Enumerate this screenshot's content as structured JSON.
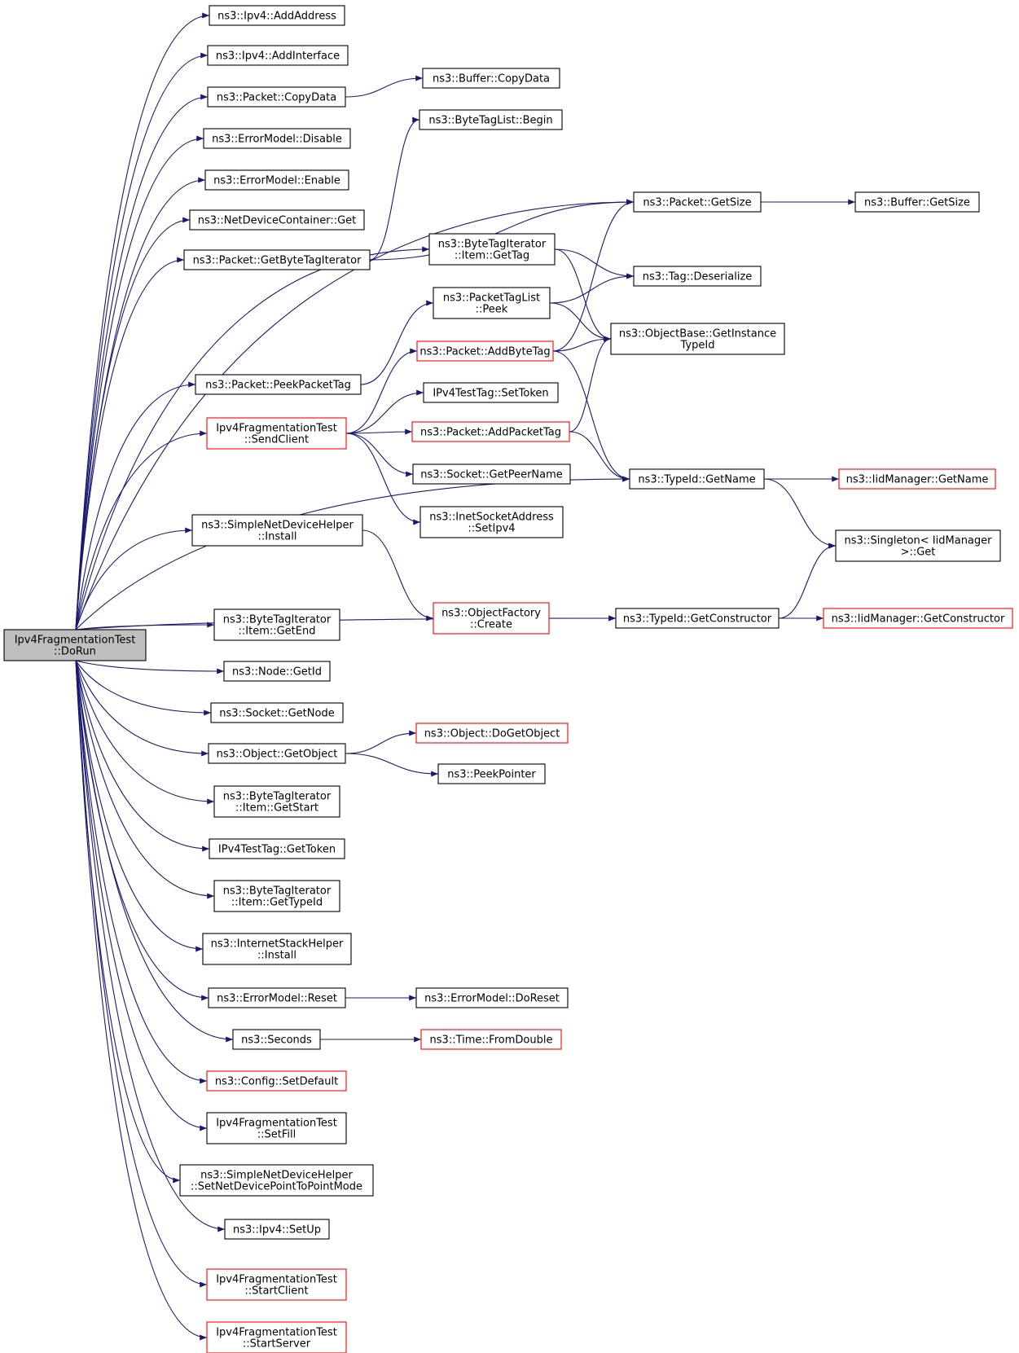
{
  "diagram": {
    "colors": {
      "edge": "#191970",
      "node_border_default": "#000000",
      "node_border_truncated": "#ff0000",
      "root_fill": "#bfbfbf",
      "node_fill": "#ffffff"
    },
    "nodes": [
      {
        "id": "root",
        "lines": [
          "Ipv4FragmentationTest",
          "::DoRun"
        ],
        "style": "root"
      },
      {
        "id": "ipv4_addaddress",
        "lines": [
          "ns3::Ipv4::AddAddress"
        ],
        "style": "normal"
      },
      {
        "id": "ipv4_addinterface",
        "lines": [
          "ns3::Ipv4::AddInterface"
        ],
        "style": "normal"
      },
      {
        "id": "packet_copydata",
        "lines": [
          "ns3::Packet::CopyData"
        ],
        "style": "normal"
      },
      {
        "id": "buffer_copydata",
        "lines": [
          "ns3::Buffer::CopyData"
        ],
        "style": "normal"
      },
      {
        "id": "errormodel_disable",
        "lines": [
          "ns3::ErrorModel::Disable"
        ],
        "style": "normal"
      },
      {
        "id": "bytetaglist_begin",
        "lines": [
          "ns3::ByteTagList::Begin"
        ],
        "style": "normal"
      },
      {
        "id": "errormodel_enable",
        "lines": [
          "ns3::ErrorModel::Enable"
        ],
        "style": "normal"
      },
      {
        "id": "packet_getsize",
        "lines": [
          "ns3::Packet::GetSize"
        ],
        "style": "normal"
      },
      {
        "id": "buffer_getsize",
        "lines": [
          "ns3::Buffer::GetSize"
        ],
        "style": "normal"
      },
      {
        "id": "netdevicecontainer_get",
        "lines": [
          "ns3::NetDeviceContainer::Get"
        ],
        "style": "normal"
      },
      {
        "id": "packet_getbytetagiterator",
        "lines": [
          "ns3::Packet::GetByteTagIterator"
        ],
        "style": "normal"
      },
      {
        "id": "bytetagiterator_gettag",
        "lines": [
          "ns3::ByteTagIterator",
          "::Item::GetTag"
        ],
        "style": "normal"
      },
      {
        "id": "tag_deserialize",
        "lines": [
          "ns3::Tag::Deserialize"
        ],
        "style": "normal"
      },
      {
        "id": "packettaglist_peek",
        "lines": [
          "ns3::PacketTagList",
          "::Peek"
        ],
        "style": "normal"
      },
      {
        "id": "objectbase_getinstancetypeid",
        "lines": [
          "ns3::ObjectBase::GetInstance",
          "TypeId"
        ],
        "style": "normal"
      },
      {
        "id": "packet_addbytetag",
        "lines": [
          "ns3::Packet::AddByteTag"
        ],
        "style": "truncated"
      },
      {
        "id": "packet_peekpackettag",
        "lines": [
          "ns3::Packet::PeekPacketTag"
        ],
        "style": "normal"
      },
      {
        "id": "ipv4testtag_settoken",
        "lines": [
          "IPv4TestTag::SetToken"
        ],
        "style": "normal"
      },
      {
        "id": "sendclient",
        "lines": [
          "Ipv4FragmentationTest",
          "::SendClient"
        ],
        "style": "truncated"
      },
      {
        "id": "packet_addpackettag",
        "lines": [
          "ns3::Packet::AddPacketTag"
        ],
        "style": "truncated"
      },
      {
        "id": "socket_getpeername",
        "lines": [
          "ns3::Socket::GetPeerName"
        ],
        "style": "normal"
      },
      {
        "id": "typeid_getname",
        "lines": [
          "ns3::TypeId::GetName"
        ],
        "style": "normal"
      },
      {
        "id": "iidmanager_getname",
        "lines": [
          "ns3::IidManager::GetName"
        ],
        "style": "truncated"
      },
      {
        "id": "inetsocketaddress_setipv4",
        "lines": [
          "ns3::InetSocketAddress",
          "::SetIpv4"
        ],
        "style": "normal"
      },
      {
        "id": "simplenetdevicehelper_install",
        "lines": [
          "ns3::SimpleNetDeviceHelper",
          "::Install"
        ],
        "style": "normal"
      },
      {
        "id": "singleton_get",
        "lines": [
          "ns3::Singleton< IidManager",
          "  >::Get"
        ],
        "style": "normal"
      },
      {
        "id": "objectfactory_create",
        "lines": [
          "ns3::ObjectFactory",
          "::Create"
        ],
        "style": "truncated"
      },
      {
        "id": "typeid_getconstructor",
        "lines": [
          "ns3::TypeId::GetConstructor"
        ],
        "style": "normal"
      },
      {
        "id": "iidmanager_getconstructor",
        "lines": [
          "ns3::IidManager::GetConstructor"
        ],
        "style": "truncated"
      },
      {
        "id": "bytetagiterator_getend",
        "lines": [
          "ns3::ByteTagIterator",
          "::Item::GetEnd"
        ],
        "style": "normal"
      },
      {
        "id": "node_getid",
        "lines": [
          "ns3::Node::GetId"
        ],
        "style": "normal"
      },
      {
        "id": "socket_getnode",
        "lines": [
          "ns3::Socket::GetNode"
        ],
        "style": "normal"
      },
      {
        "id": "object_dogetobject",
        "lines": [
          "ns3::Object::DoGetObject"
        ],
        "style": "truncated"
      },
      {
        "id": "object_getobject",
        "lines": [
          "ns3::Object::GetObject"
        ],
        "style": "normal"
      },
      {
        "id": "peekpointer",
        "lines": [
          "ns3::PeekPointer"
        ],
        "style": "normal"
      },
      {
        "id": "bytetagiterator_getstart",
        "lines": [
          "ns3::ByteTagIterator",
          "::Item::GetStart"
        ],
        "style": "normal"
      },
      {
        "id": "ipv4testtag_gettoken",
        "lines": [
          "IPv4TestTag::GetToken"
        ],
        "style": "normal"
      },
      {
        "id": "bytetagiterator_gettypeid",
        "lines": [
          "ns3::ByteTagIterator",
          "::Item::GetTypeId"
        ],
        "style": "normal"
      },
      {
        "id": "internetstackhelper_install",
        "lines": [
          "ns3::InternetStackHelper",
          "::Install"
        ],
        "style": "normal"
      },
      {
        "id": "errormodel_reset",
        "lines": [
          "ns3::ErrorModel::Reset"
        ],
        "style": "normal"
      },
      {
        "id": "errormodel_doreset",
        "lines": [
          "ns3::ErrorModel::DoReset"
        ],
        "style": "normal"
      },
      {
        "id": "seconds",
        "lines": [
          "ns3::Seconds"
        ],
        "style": "normal"
      },
      {
        "id": "time_fromdouble",
        "lines": [
          "ns3::Time::FromDouble"
        ],
        "style": "truncated"
      },
      {
        "id": "config_setdefault",
        "lines": [
          "ns3::Config::SetDefault"
        ],
        "style": "truncated"
      },
      {
        "id": "setfill",
        "lines": [
          "Ipv4FragmentationTest",
          "::SetFill"
        ],
        "style": "normal"
      },
      {
        "id": "setnetdevicepointtopointmode",
        "lines": [
          "ns3::SimpleNetDeviceHelper",
          "::SetNetDevicePointToPointMode"
        ],
        "style": "normal"
      },
      {
        "id": "ipv4_setup",
        "lines": [
          "ns3::Ipv4::SetUp"
        ],
        "style": "normal"
      },
      {
        "id": "startclient",
        "lines": [
          "Ipv4FragmentationTest",
          "::StartClient"
        ],
        "style": "truncated"
      },
      {
        "id": "startserver",
        "lines": [
          "Ipv4FragmentationTest",
          "::StartServer"
        ],
        "style": "truncated"
      }
    ],
    "edges": [
      [
        "root",
        "ipv4_addaddress"
      ],
      [
        "root",
        "ipv4_addinterface"
      ],
      [
        "root",
        "packet_copydata"
      ],
      [
        "root",
        "errormodel_disable"
      ],
      [
        "root",
        "errormodel_enable"
      ],
      [
        "root",
        "netdevicecontainer_get"
      ],
      [
        "root",
        "packet_getbytetagiterator"
      ],
      [
        "root",
        "packet_getsize"
      ],
      [
        "root",
        "bytetagiterator_gettag"
      ],
      [
        "root",
        "packet_peekpackettag"
      ],
      [
        "root",
        "sendclient"
      ],
      [
        "root",
        "typeid_getname"
      ],
      [
        "root",
        "simplenetdevicehelper_install"
      ],
      [
        "root",
        "typeid_getconstructor"
      ],
      [
        "root",
        "bytetagiterator_getend"
      ],
      [
        "root",
        "node_getid"
      ],
      [
        "root",
        "socket_getnode"
      ],
      [
        "root",
        "object_getobject"
      ],
      [
        "root",
        "bytetagiterator_getstart"
      ],
      [
        "root",
        "ipv4testtag_gettoken"
      ],
      [
        "root",
        "bytetagiterator_gettypeid"
      ],
      [
        "root",
        "internetstackhelper_install"
      ],
      [
        "root",
        "errormodel_reset"
      ],
      [
        "root",
        "seconds"
      ],
      [
        "root",
        "config_setdefault"
      ],
      [
        "root",
        "setfill"
      ],
      [
        "root",
        "setnetdevicepointtopointmode"
      ],
      [
        "root",
        "ipv4_setup"
      ],
      [
        "root",
        "startclient"
      ],
      [
        "root",
        "startserver"
      ],
      [
        "packet_copydata",
        "buffer_copydata"
      ],
      [
        "packet_getbytetagiterator",
        "bytetaglist_begin"
      ],
      [
        "packet_getbytetagiterator",
        "packet_getsize"
      ],
      [
        "packet_getsize",
        "buffer_getsize"
      ],
      [
        "bytetagiterator_gettag",
        "tag_deserialize"
      ],
      [
        "bytetagiterator_gettag",
        "objectbase_getinstancetypeid"
      ],
      [
        "packettaglist_peek",
        "tag_deserialize"
      ],
      [
        "packettaglist_peek",
        "objectbase_getinstancetypeid"
      ],
      [
        "packet_peekpackettag",
        "packettaglist_peek"
      ],
      [
        "sendclient",
        "packet_addbytetag"
      ],
      [
        "sendclient",
        "ipv4testtag_settoken"
      ],
      [
        "sendclient",
        "packet_addpackettag"
      ],
      [
        "sendclient",
        "socket_getpeername"
      ],
      [
        "sendclient",
        "inetsocketaddress_setipv4"
      ],
      [
        "packet_addbytetag",
        "packet_getsize"
      ],
      [
        "packet_addbytetag",
        "objectbase_getinstancetypeid"
      ],
      [
        "packet_addbytetag",
        "typeid_getname"
      ],
      [
        "packet_addpackettag",
        "objectbase_getinstancetypeid"
      ],
      [
        "packet_addpackettag",
        "typeid_getname"
      ],
      [
        "typeid_getname",
        "iidmanager_getname"
      ],
      [
        "typeid_getname",
        "singleton_get"
      ],
      [
        "simplenetdevicehelper_install",
        "objectfactory_create"
      ],
      [
        "objectfactory_create",
        "typeid_getconstructor"
      ],
      [
        "typeid_getconstructor",
        "iidmanager_getconstructor"
      ],
      [
        "typeid_getconstructor",
        "singleton_get"
      ],
      [
        "object_getobject",
        "object_dogetobject"
      ],
      [
        "object_getobject",
        "peekpointer"
      ],
      [
        "errormodel_reset",
        "errormodel_doreset"
      ],
      [
        "seconds",
        "time_fromdouble"
      ]
    ]
  }
}
